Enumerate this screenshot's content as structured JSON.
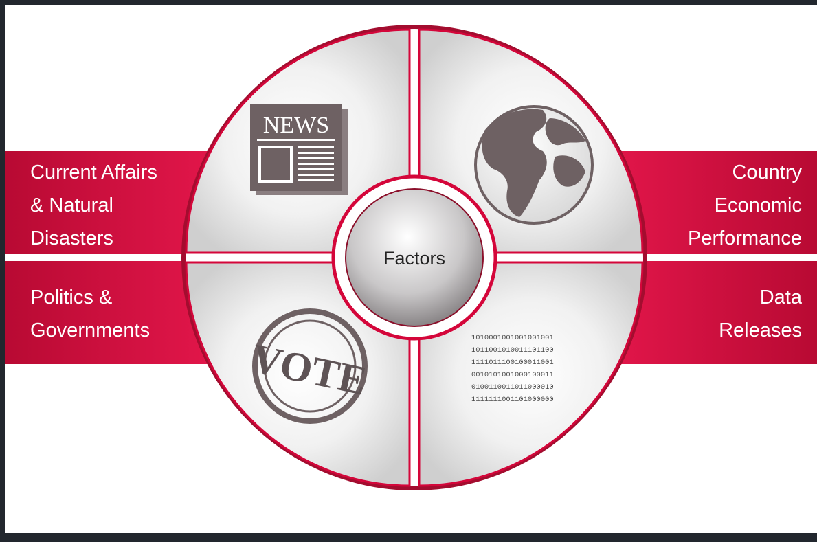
{
  "center": {
    "label": "Factors"
  },
  "quadrants": [
    {
      "id": "top-left",
      "icon": "newspaper-icon",
      "icon_text": "NEWS",
      "label_lines": [
        "Current Affairs",
        "& Natural",
        "Disasters"
      ]
    },
    {
      "id": "top-right",
      "icon": "globe-icon",
      "label_lines": [
        "Country",
        "Economic",
        "Performance"
      ]
    },
    {
      "id": "bottom-left",
      "icon": "vote-stamp-icon",
      "icon_text": "VOTE",
      "label_lines": [
        "Politics &",
        "Governments"
      ]
    },
    {
      "id": "bottom-right",
      "icon": "binary-data-icon",
      "binary_lines": [
        "1010001001001001001",
        "1011001010011101100",
        "1111011100100011001",
        "0010101001000100011",
        "0100110011011000010",
        "1111111001101000000"
      ],
      "label_lines": [
        "Data",
        "Releases"
      ]
    }
  ],
  "colors": {
    "accent_red": "#d4063a",
    "dark_red": "#8b0f2a",
    "icon_gray": "#6e6163",
    "frame": "#22272e",
    "background": "#ffffff"
  }
}
